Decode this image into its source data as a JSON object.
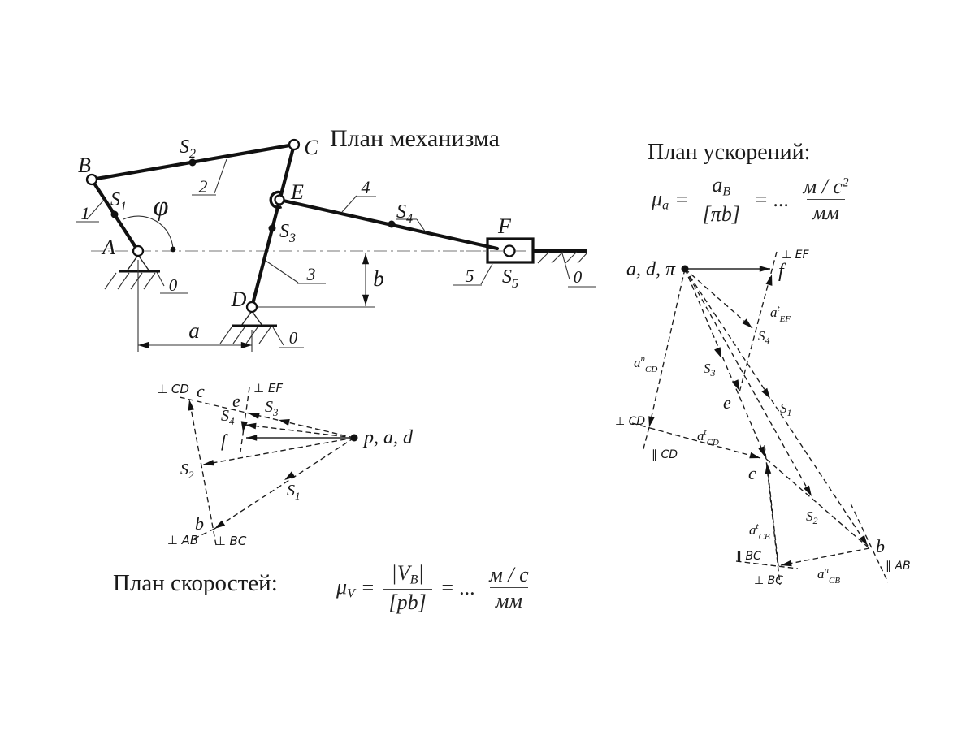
{
  "titles": {
    "mechanism": "План механизма",
    "acceleration": "План ускорений:",
    "velocity": "План скоростей:"
  },
  "mechanism": {
    "joints": {
      "A": "A",
      "B": "B",
      "C": "C",
      "D": "D",
      "E": "E",
      "F": "F"
    },
    "angle": "φ",
    "dim_a": "a",
    "dim_b": "b",
    "links": {
      "l1": "1",
      "l2": "2",
      "l3": "3",
      "l4": "4",
      "l5": "5"
    },
    "ground": "0",
    "com": {
      "s1": {
        "b": "S",
        "s": "1"
      },
      "s2": {
        "b": "S",
        "s": "2"
      },
      "s3": {
        "b": "S",
        "s": "3"
      },
      "s4": {
        "b": "S",
        "s": "4"
      },
      "s5": {
        "b": "S",
        "s": "5"
      }
    }
  },
  "velocity": {
    "pole": "p, a, d",
    "points": {
      "c": "c",
      "e": "e",
      "f": "f",
      "b": "b"
    },
    "com": {
      "s1": {
        "b": "S",
        "s": "1"
      },
      "s2": {
        "b": "S",
        "s": "2"
      },
      "s3": {
        "b": "S",
        "s": "3"
      },
      "s4": {
        "b": "S",
        "s": "4"
      }
    },
    "directions": {
      "perp_cd": "⊥ CD",
      "perp_ef": "⊥ EF",
      "perp_ab": "⊥ AB",
      "perp_bc": "⊥ BC"
    }
  },
  "acceleration": {
    "pole": "a, d, π",
    "points": {
      "f": "f",
      "e": "e",
      "c": "c",
      "b": "b"
    },
    "com": {
      "s1": {
        "b": "S",
        "s": "1"
      },
      "s2": {
        "b": "S",
        "s": "2"
      },
      "s3": {
        "b": "S",
        "s": "3"
      },
      "s4": {
        "b": "S",
        "s": "4"
      }
    },
    "vectors": {
      "an_cd": {
        "b": "a",
        "p": "n",
        "s": "CD"
      },
      "at_cd": {
        "b": "a",
        "p": "t",
        "s": "CD"
      },
      "at_cb": {
        "b": "a",
        "p": "t",
        "s": "CB"
      },
      "an_cb": {
        "b": "a",
        "p": "n",
        "s": "CB"
      },
      "at_ef": {
        "b": "a",
        "p": "t",
        "s": "EF"
      }
    },
    "directions": {
      "perp_ef": "⊥ EF",
      "perp_cd": "⊥ CD",
      "par_cd": "∥ CD",
      "par_bc": "∥ BC",
      "perp_bc": "⊥ BC",
      "par_ab": "∥ AB"
    }
  },
  "formulas": {
    "velocity": {
      "mu": "μ",
      "sub": "V",
      "eq": "=",
      "bar": "|",
      "num": "V",
      "num_sub": "B",
      "den": "[pb]",
      "eq_dots": "= ...",
      "unit_num": "м / с",
      "unit_den": "мм"
    },
    "acceleration": {
      "mu": "μ",
      "sub": "a",
      "eq": "=",
      "num": "a",
      "num_sub": "B",
      "den": "[πb]",
      "eq_dots": "= ...",
      "unit_num": "м / с",
      "unit_sup": "2",
      "unit_den": "мм"
    }
  }
}
